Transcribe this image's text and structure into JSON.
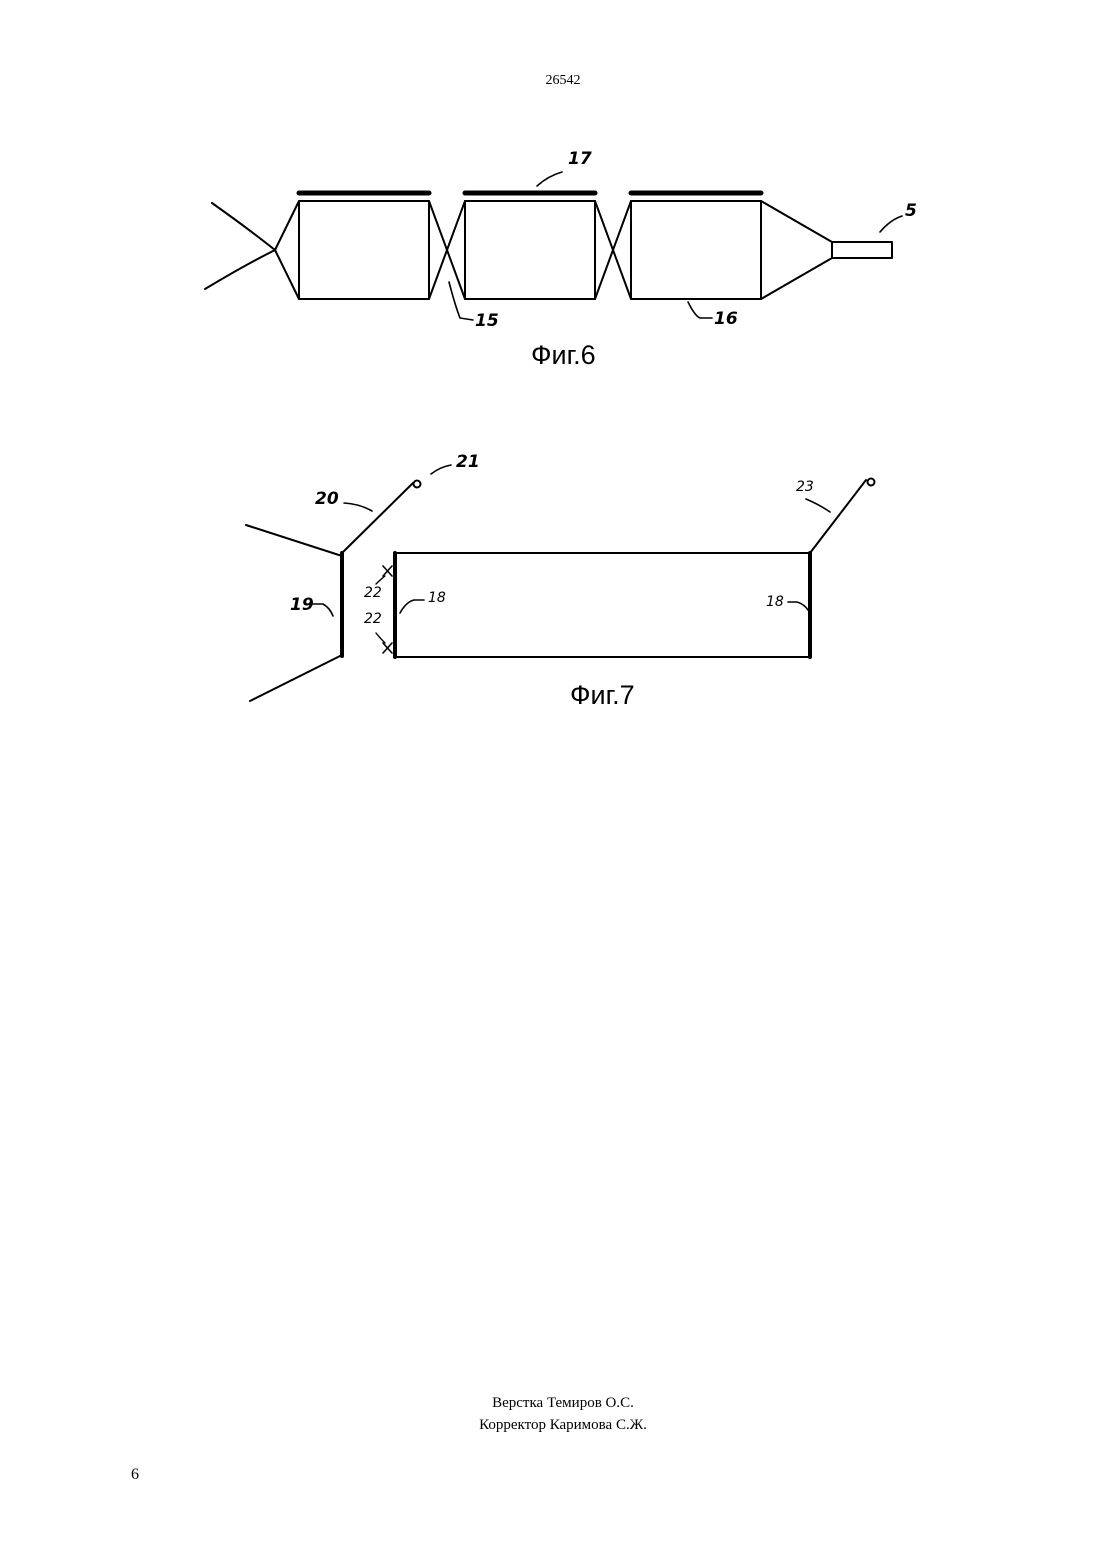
{
  "header": {
    "doc_number": "26542"
  },
  "figures": {
    "fig6": {
      "caption": "Фиг.6",
      "refs": {
        "r17": "17",
        "r5": "5",
        "r15": "15",
        "r16": "16"
      }
    },
    "fig7": {
      "caption": "Фиг.7",
      "refs": {
        "r20": "20",
        "r21": "21",
        "r23": "23",
        "r19": "19",
        "r22a": "22",
        "r22b": "22",
        "r18a": "18",
        "r18b": "18"
      }
    }
  },
  "footer": {
    "layout_credit": "Верстка Темиров О.С.",
    "proof_credit": "Корректор Каримова С.Ж.",
    "page_number": "6"
  },
  "colors": {
    "ink": "#000000",
    "paper": "#ffffff"
  }
}
